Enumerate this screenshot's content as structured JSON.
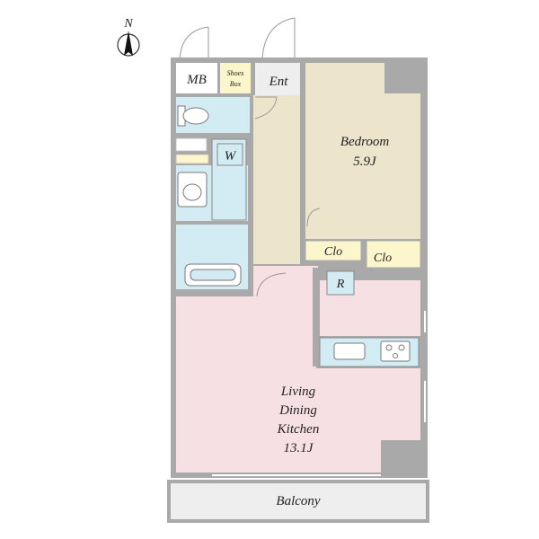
{
  "compass": {
    "north_label": "N"
  },
  "rooms": {
    "mb": "MB",
    "shoes_box_line1": "Shoes",
    "shoes_box_line2": "Box",
    "entrance": "Ent",
    "washroom": "W",
    "bedroom_name": "Bedroom",
    "bedroom_size": "5.9J",
    "closet_left": "Clo",
    "closet_right": "Clo",
    "refrigerator": "R",
    "ldk_line1": "Living",
    "ldk_line2": "Dining",
    "ldk_line3": "Kitchen",
    "ldk_size": "13.1J",
    "balcony": "Balcony"
  },
  "colors": {
    "wall": "#a9a9a9",
    "bedroom_floor": "#ede4cc",
    "ldk_floor": "#f7e0e3",
    "water_area": "#d3ebf3",
    "closet_floor": "#fbf6cc",
    "balcony_floor": "#eeeeee",
    "label_text": "#222222"
  }
}
